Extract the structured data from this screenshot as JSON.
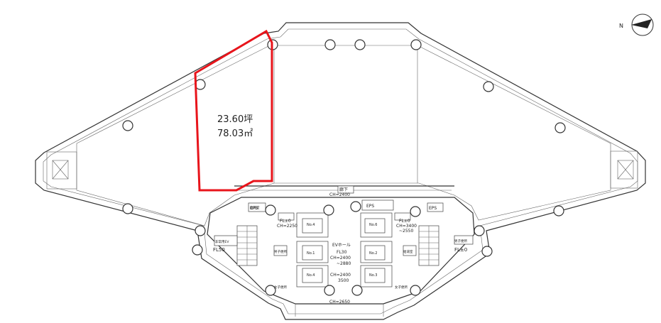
{
  "area": {
    "tsubo": "23.60坪",
    "sqm": "78.03㎡"
  },
  "compass": {
    "label": "N"
  },
  "labels": {
    "corridor": "廊下",
    "corridor_ch": "CH=2400",
    "eps": "EPS",
    "ev_hall": "EVホール",
    "ev_hall_fl": "FL30",
    "ev_hall_ch": "CH=2400",
    "ev_hall_ch2": "~2880",
    "ev_hall_ch3": "CH=2400",
    "ev_hall_ch4": "3500",
    "bottom_ch": "CH=2650",
    "left_room_fl": "FL±0",
    "left_room_ch": "CH=2250",
    "right_room_fl": "FL±0",
    "right_room_ch": "CH=3400",
    "right_room_ch2": "~2550",
    "left_fl": "FL50",
    "right_fl": "FL±0",
    "elevators": [
      "No.4",
      "No.1",
      "No.4",
      "No.6",
      "No.2",
      "No.3"
    ],
    "small_left": [
      "非常用EV",
      "給湯室",
      "男子便所",
      "女子便所"
    ],
    "small_right": [
      "給湯室",
      "男子便所",
      "女子便所"
    ]
  },
  "colors": {
    "highlight": "#e8141b",
    "line": "#333333"
  }
}
